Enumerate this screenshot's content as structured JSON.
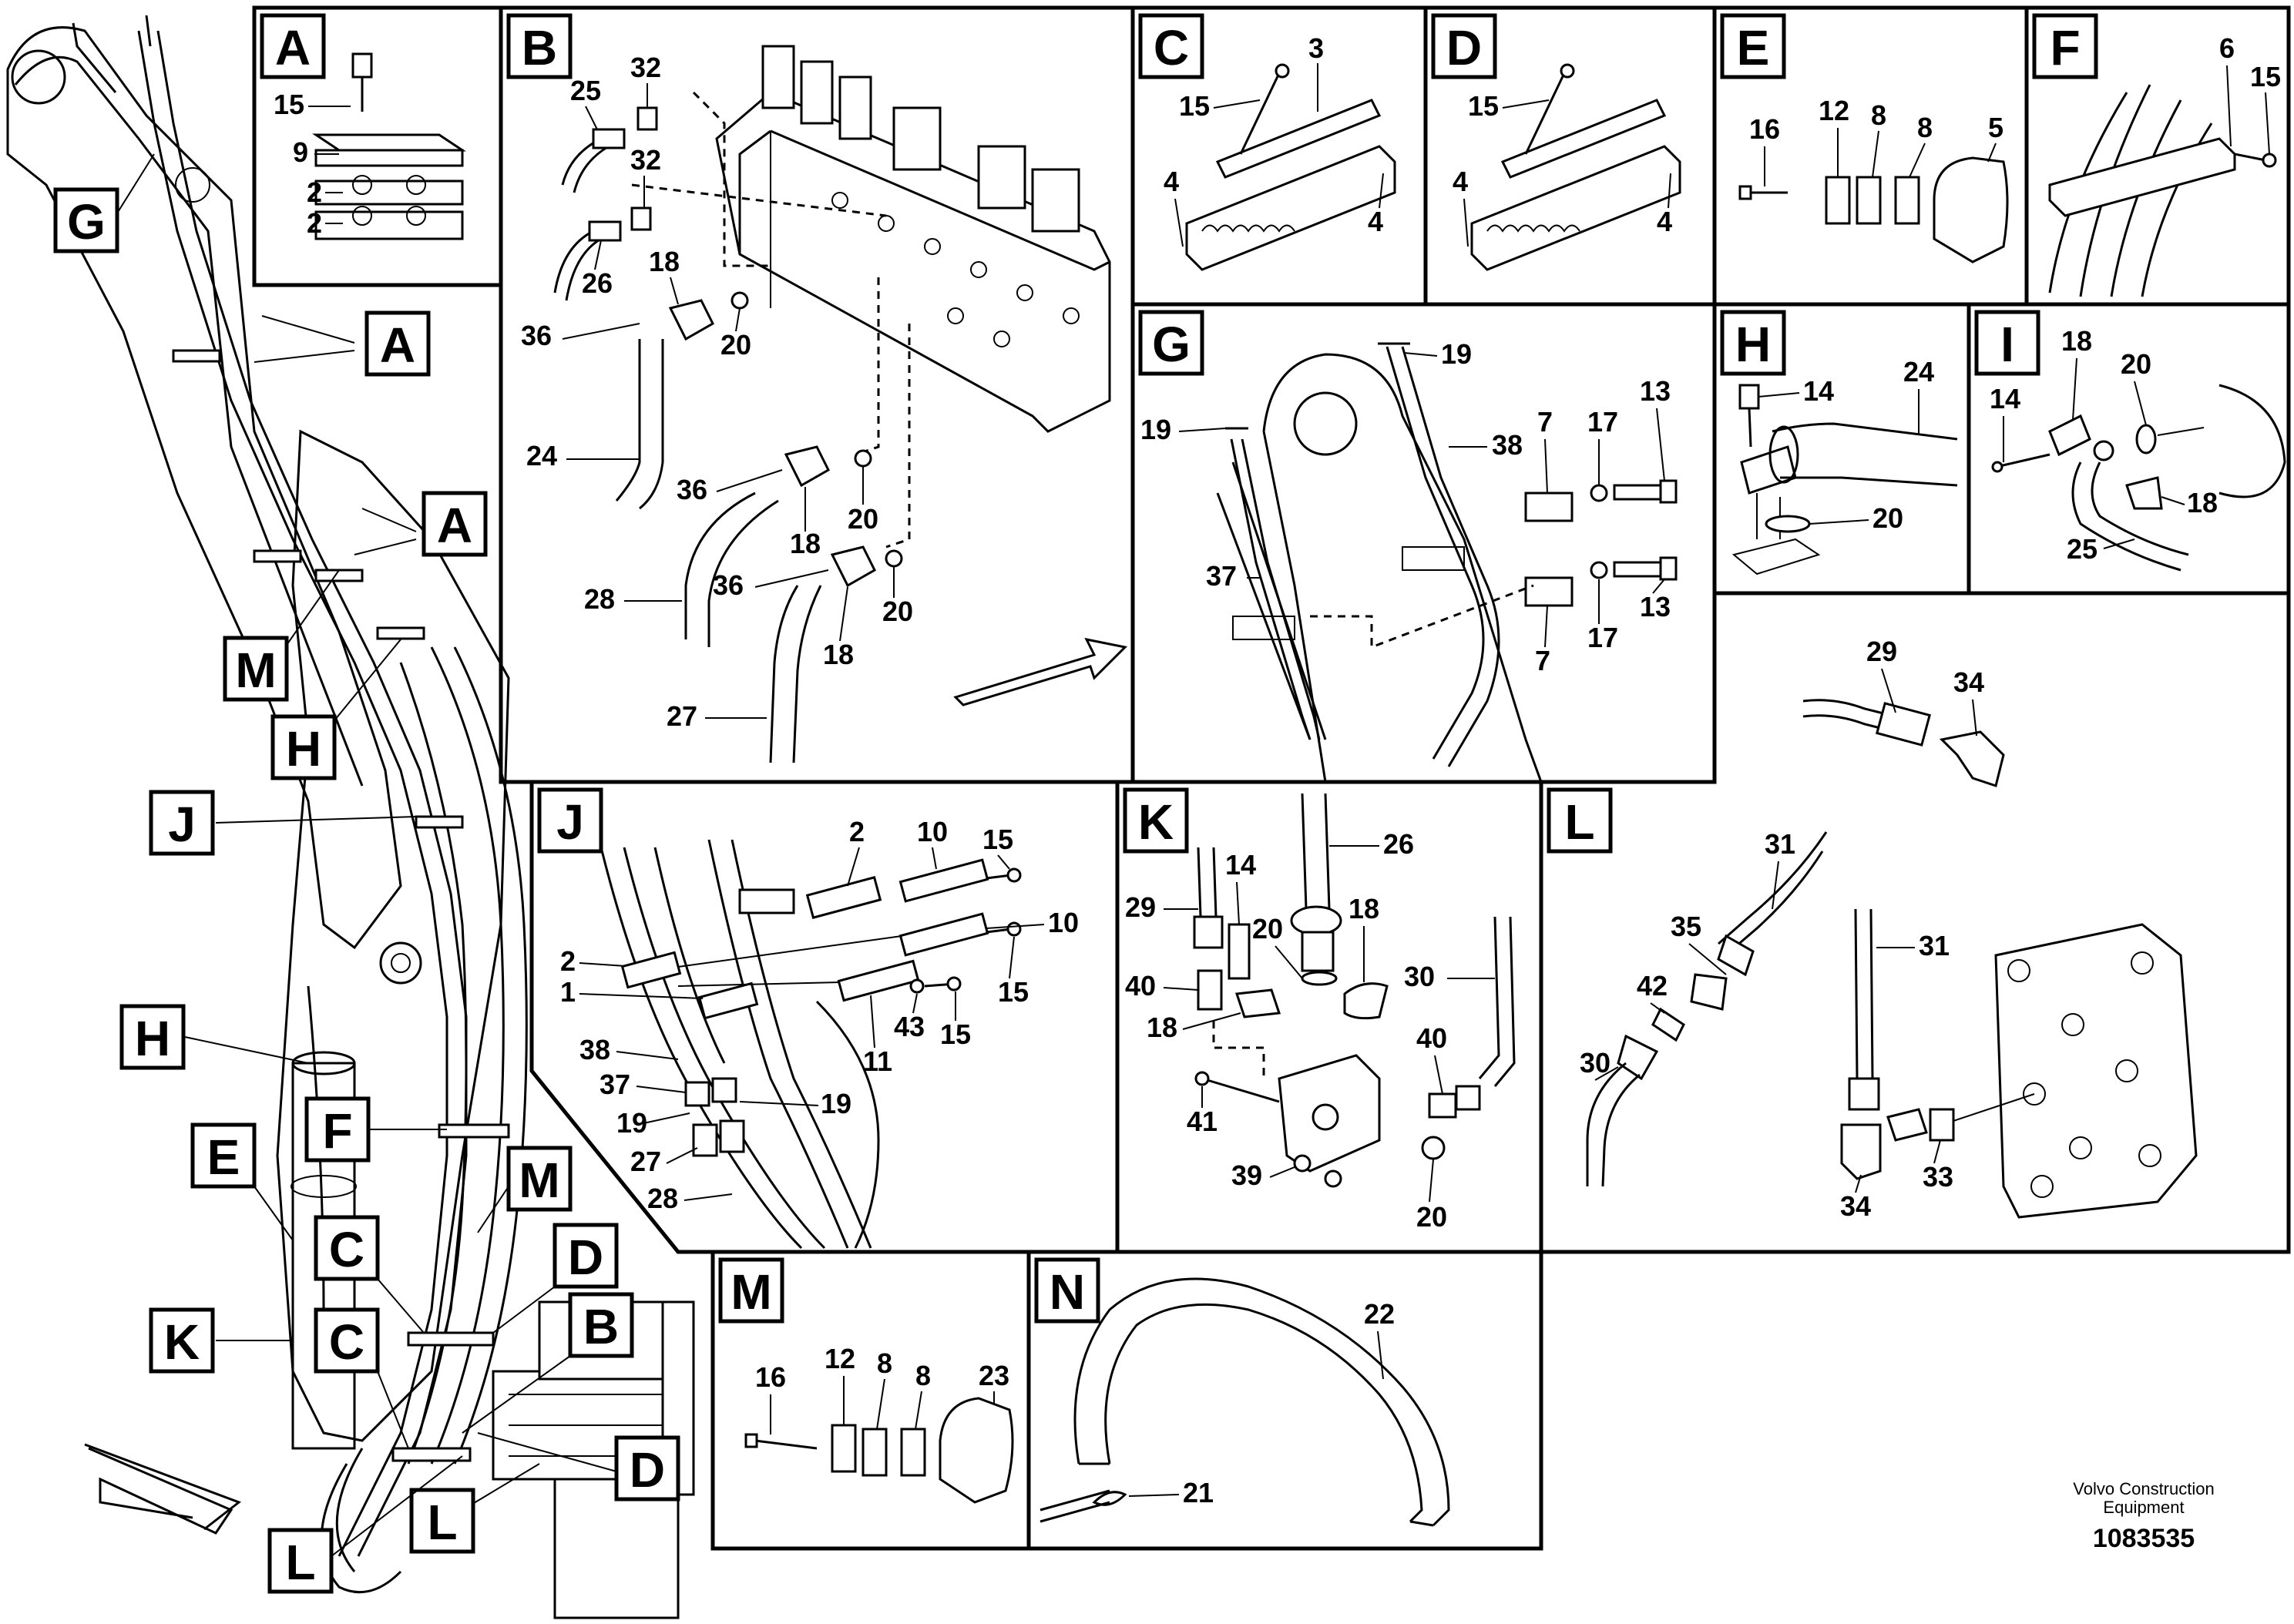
{
  "panels": {
    "A": "A",
    "B": "B",
    "C": "C",
    "D": "D",
    "E": "E",
    "F": "F",
    "G": "G",
    "H": "H",
    "I": "I",
    "J": "J",
    "K": "K",
    "L": "L",
    "M": "M",
    "N": "N"
  },
  "numbers": {
    "n1": "1",
    "n2": "2",
    "n3": "3",
    "n4": "4",
    "n5": "5",
    "n6": "6",
    "n7": "7",
    "n8": "8",
    "n9": "9",
    "n10": "10",
    "n11": "11",
    "n12": "12",
    "n13": "13",
    "n14": "14",
    "n15": "15",
    "n16": "16",
    "n17": "17",
    "n18": "18",
    "n19": "19",
    "n20": "20",
    "n21": "21",
    "n22": "22",
    "n23": "23",
    "n24": "24",
    "n25": "25",
    "n26": "26",
    "n27": "27",
    "n28": "28",
    "n29": "29",
    "n30": "30",
    "n31": "31",
    "n32": "32",
    "n33": "33",
    "n34": "34",
    "n35": "35",
    "n36": "36",
    "n37": "37",
    "n38": "38",
    "n39": "39",
    "n40": "40",
    "n41": "41",
    "n42": "42",
    "n43": "43"
  },
  "footer": {
    "company_line1": "Volvo Construction",
    "company_line2": "Equipment",
    "drawing_number": "1083535"
  }
}
